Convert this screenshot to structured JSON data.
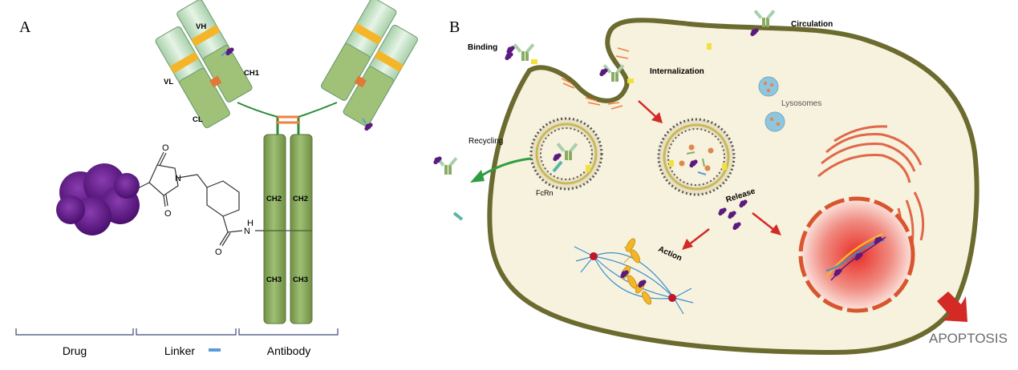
{
  "panel_a": {
    "letter": "A",
    "labels": {
      "vh": "VH",
      "vl": "VL",
      "ch1": "CH1",
      "cl": "CL",
      "ch2_left": "CH2",
      "ch2_right": "CH2",
      "ch3_left": "CH3",
      "ch3_right": "CH3"
    },
    "chem": {
      "o_top": "O",
      "o_bottom": "O",
      "n_ring": "N",
      "h": "H",
      "n_amide": "N",
      "o_amide": "O"
    },
    "sections": {
      "drug": "Drug",
      "linker": "Linker",
      "antibody": "Antibody"
    }
  },
  "panel_b": {
    "letter": "B",
    "labels": {
      "binding": "Binding",
      "internalization": "Internalization",
      "circulation": "Circulation",
      "lysosomes": "Lysosomes",
      "recycling": "Recycling",
      "fcrn": "FcRn",
      "release": "Release",
      "action": "Action",
      "apoptosis": "APOPTOSIS"
    }
  },
  "colors": {
    "heavy_chain": "#8aab62",
    "light_domain": "#d3ead5",
    "hinge_linker": "#f0803c",
    "drug": "#5b1a80",
    "cell_membrane": "#6b6a2f",
    "cytoplasm": "#f7f2de",
    "arrow_red": "#d42a26",
    "arrow_green": "#2e9e3e",
    "nucleus": "#e4413a",
    "apoptosis_text": "#6b6b6b",
    "linker_mark": "#5a9ad6"
  }
}
